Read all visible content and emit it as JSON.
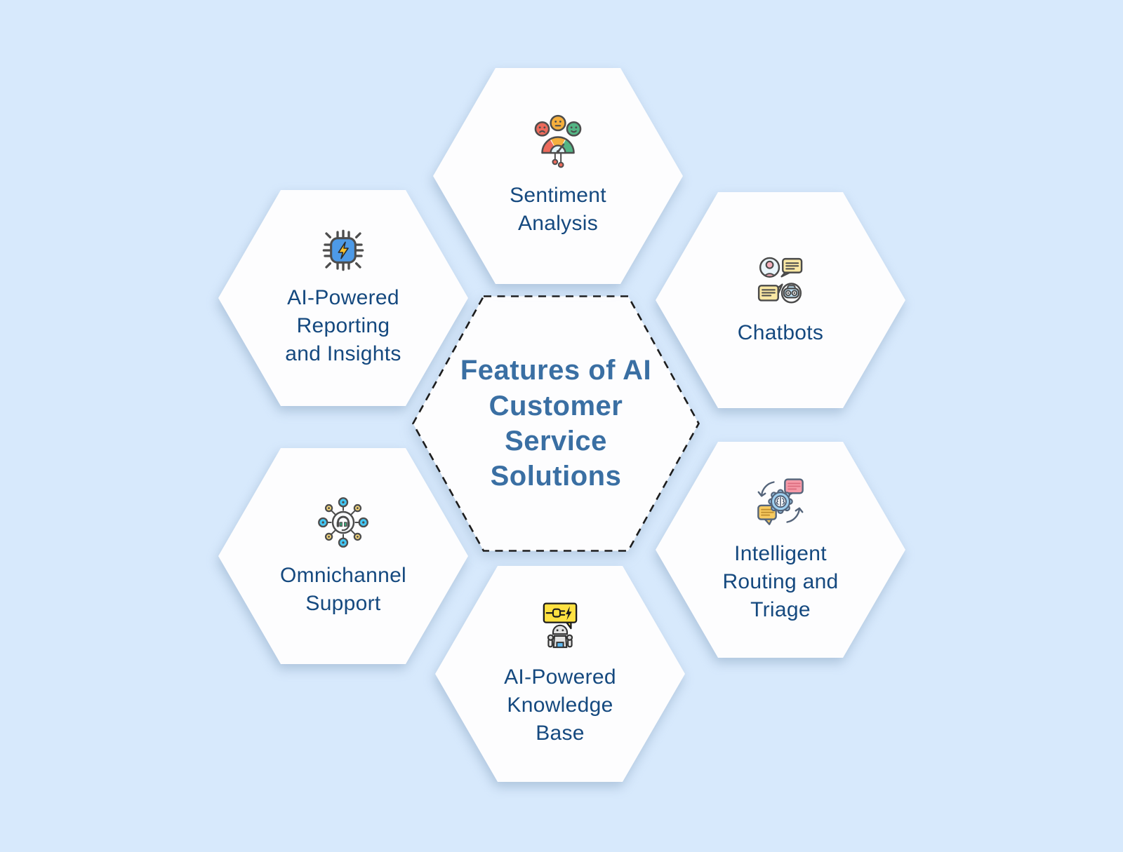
{
  "center": {
    "title": "Features of AI\nCustomer\nService\nSolutions"
  },
  "hexagons": [
    {
      "id": "sentiment-analysis",
      "label": "Sentiment\nAnalysis",
      "icon": "sentiment-gauge-icon"
    },
    {
      "id": "chatbots",
      "label": "Chatbots",
      "icon": "chatbot-conversation-icon"
    },
    {
      "id": "intelligent-routing-and-triage",
      "label": "Intelligent\nRouting and\nTriage",
      "icon": "routing-gear-brain-icon"
    },
    {
      "id": "ai-powered-knowledge-base",
      "label": "AI-Powered\nKnowledge\nBase",
      "icon": "robot-plug-bubble-icon"
    },
    {
      "id": "omnichannel-support",
      "label": "Omnichannel\nSupport",
      "icon": "channels-network-headset-icon"
    },
    {
      "id": "ai-powered-reporting-and-insights",
      "label": "AI-Powered\nReporting\nand Insights",
      "icon": "ai-chip-icon"
    }
  ],
  "colors": {
    "background": "#D7E9FC",
    "hexagon_fill": "#FDFDFE",
    "center_dashed_border": "#1D1D1D",
    "title_text": "#3A6FA3",
    "label_text": "#15497F",
    "icon_outline": "#4D4D4D",
    "icon_red": "#EC6A5B",
    "icon_orange": "#F5AF3D",
    "icon_green": "#53B584",
    "icon_chip_blue": "#4D9AE8",
    "icon_light_blue": "#9FD0F0",
    "icon_bubble_yellow": "#FFE141",
    "icon_pale_yellow": "#FAE8A4",
    "icon_pink": "#F59AA8",
    "icon_node_blue": "#43C7F4",
    "icon_node_yellow": "#F7D87B",
    "icon_headset_green": "#35D18E"
  }
}
